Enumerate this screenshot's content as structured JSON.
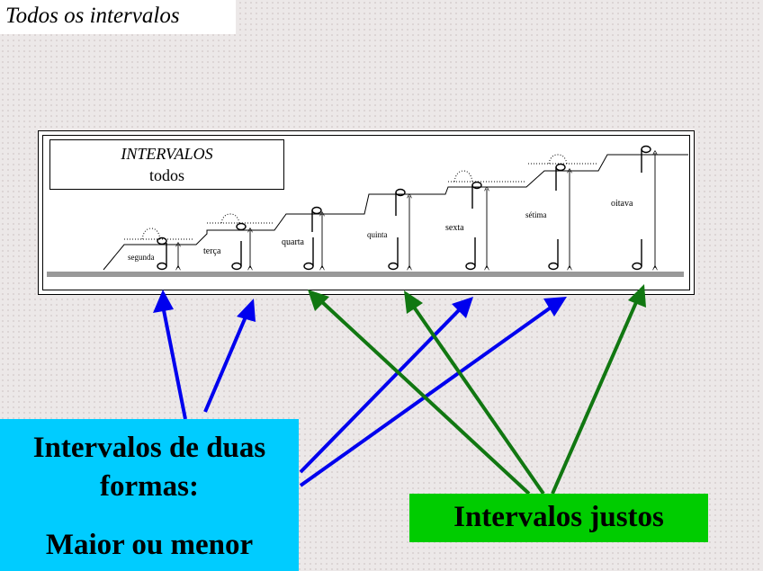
{
  "slide": {
    "title": "Todos os intervalos"
  },
  "diagram": {
    "label_title": "INTERVALOS",
    "label_subtitle": "todos",
    "intervals": [
      "segunda",
      "terça",
      "quarta",
      "quinta",
      "sexta",
      "sétima",
      "oitava"
    ]
  },
  "callouts": {
    "two_forms_line1": "Intervalos  de duas",
    "two_forms_line2": "formas:",
    "two_forms_line3": "Maior ou menor",
    "perfect": "Intervalos justos"
  },
  "colors": {
    "two_forms_box": "#00ccff",
    "perfect_box": "#00cc00",
    "blue_arrow": "#0000ee",
    "green_arrow": "#117711"
  }
}
